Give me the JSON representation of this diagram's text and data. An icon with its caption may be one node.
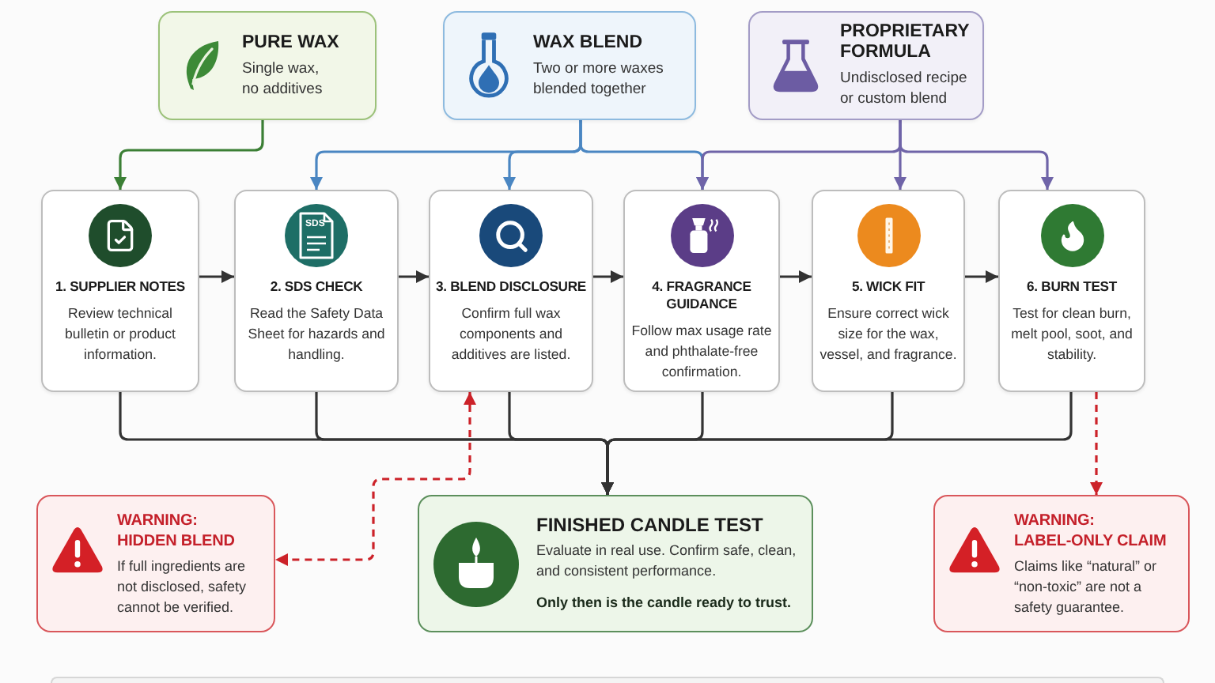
{
  "diagram": {
    "nodes": [
      {
        "text": [
          "PURE WAX",
          "Single wax, no additives"
        ]
      },
      {
        "text": [
          "WAX BLEND",
          "Two or more waxes blended together"
        ]
      },
      {
        "text": [
          "PROPRIETARY FORMULA",
          "Undisclosed recipe or custom blend"
        ]
      },
      {
        "text": [
          "1. SUPPLIER NOTES",
          "Review technical bulletin or product information."
        ]
      },
      {
        "text": [
          "2. SDS CHECK",
          "Read the Safety Data Sheet for hazards and handling."
        ]
      },
      {
        "text": [
          "3. BLEND DISCLOSURE",
          "Confirm full wax components and additives are listed."
        ]
      },
      {
        "text": [
          "4. FRAGRANCE GUIDANCE",
          "Follow max usage rate and phthalate-free confirmation."
        ]
      },
      {
        "text": [
          "5. WICK FIT",
          "Ensure correct wick size for the wax, vessel, and fragrance."
        ]
      },
      {
        "text": [
          "6. BURN TEST",
          "Test for clean burn, melt pool, soot, and stability."
        ]
      },
      {
        "text": [
          "WARNING: HIDDEN BLEND",
          "If full ingredients are not disclosed, safety cannot be verified."
        ]
      },
      {
        "text": [
          "FINISHED CANDLE TEST",
          "Evaluate in real use. Confirm safe, clean, and consistent performance.",
          "Only then is the candle ready to trust."
        ]
      },
      {
        "text": [
          "WARNING: LABEL-ONLY CLAIM",
          "Claims like “natural” or “non-toxic” are not a safety guarantee."
        ]
      }
    ],
    "edges": [
      {
        "from": 0,
        "to": 3,
        "arrow": "to",
        "color": "#3b7f35"
      },
      {
        "from": 1,
        "to": 4,
        "arrow": "to",
        "color": "#4a86c2"
      },
      {
        "from": 1,
        "to": 5,
        "arrow": "to",
        "color": "#4a86c2"
      },
      {
        "from": 1,
        "to": 6,
        "arrow": "to",
        "color": "#4a86c2"
      },
      {
        "from": 2,
        "to": 6,
        "arrow": "to",
        "color": "#6f64a8"
      },
      {
        "from": 2,
        "to": 7,
        "arrow": "to",
        "color": "#6f64a8"
      },
      {
        "from": 2,
        "to": 8,
        "arrow": "to",
        "color": "#6f64a8"
      },
      {
        "from": 3,
        "to": 4,
        "arrow": "to"
      },
      {
        "from": 4,
        "to": 5,
        "arrow": "to"
      },
      {
        "from": 5,
        "to": 6,
        "arrow": "to"
      },
      {
        "from": 6,
        "to": 7,
        "arrow": "to"
      },
      {
        "from": 7,
        "to": 8,
        "arrow": "to"
      },
      {
        "from": 3,
        "to": 10,
        "arrow": "to"
      },
      {
        "from": 4,
        "to": 10,
        "arrow": "to"
      },
      {
        "from": 5,
        "to": 10,
        "arrow": "to"
      },
      {
        "from": 6,
        "to": 10,
        "arrow": "to"
      },
      {
        "from": 7,
        "to": 10,
        "arrow": "to"
      },
      {
        "from": 8,
        "to": 10,
        "arrow": "to"
      },
      {
        "from": 5,
        "to": 9,
        "arrow": "both",
        "style": "dashed",
        "color": "#cc2229"
      },
      {
        "from": 8,
        "to": 11,
        "arrow": "to",
        "style": "dashed",
        "color": "#cc2229"
      }
    ],
    "labels": [
      "SDS"
    ]
  }
}
